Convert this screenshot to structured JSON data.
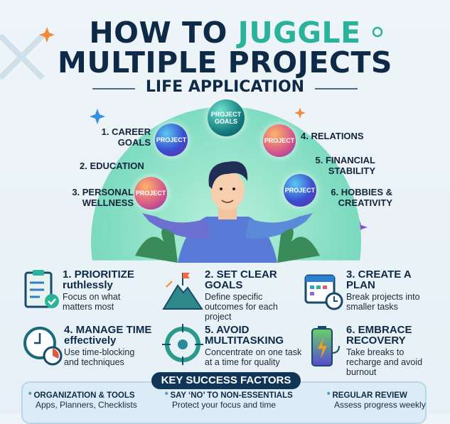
{
  "title": {
    "line1_prefix": "HOW TO ",
    "line1_highlight": "JUGGLE",
    "line2": "MULTIPLE PROJECTS",
    "subtitle": "LIFE APPLICATION"
  },
  "balls": {
    "center": "PROJECT GOALS",
    "project": "PROJECT"
  },
  "areas": [
    "1. CAREER GOALS",
    "2. EDUCATION",
    "3. PERSONAL WELLNESS",
    "4. RELATIONS",
    "5. FINANCIAL STABILITY",
    "6. HOBBIES & CREATIVITY"
  ],
  "tips": [
    {
      "title": "1. PRIORITIZE ruthlessly",
      "text": "Focus on what matters most",
      "icon": "checklist-icon"
    },
    {
      "title": "2. SET CLEAR GOALS",
      "text": "Define specific outcomes for each project",
      "icon": "mountain-flag-icon"
    },
    {
      "title": "3. CREATE A PLAN",
      "text": "Break projects into smaller tasks",
      "icon": "calendar-clock-icon"
    },
    {
      "title": "4. MANAGE TIME effectively",
      "text": "Use time-blocking and techniques",
      "icon": "stopwatch-icon"
    },
    {
      "title": "5. AVOID MULTITASKING",
      "text": "Concentrate on one task at a time for quality",
      "icon": "target-icon"
    },
    {
      "title": "6. EMBRACE RECOVERY",
      "text": "Take breaks to recharge and avoid burnout",
      "icon": "battery-icon"
    }
  ],
  "key_factors": {
    "heading": "KEY SUCCESS FACTORS",
    "items": [
      {
        "title": "ORGANIZATION & TOOLS",
        "text": "Apps, Planners, Checklists"
      },
      {
        "title": "SAY ‘NO’ TO NON-ESSENTIALS",
        "text": "Protect your focus and time"
      },
      {
        "title": "REGULAR REVIEW",
        "text": "Assess progress weekly"
      }
    ]
  },
  "colors": {
    "navy": "#0f2a47",
    "teal": "#2ab29a"
  }
}
